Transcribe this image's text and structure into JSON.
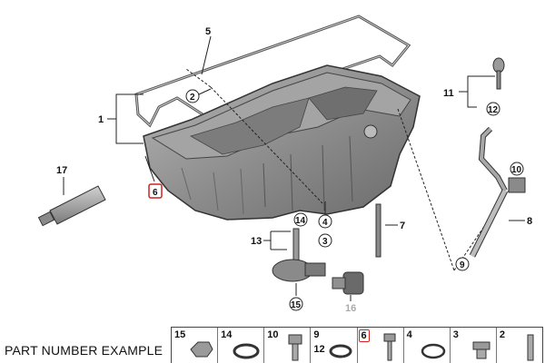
{
  "callouts": {
    "c1": "1",
    "c2": "2",
    "c3": "3",
    "c4": "4",
    "c5": "5",
    "c6": "6",
    "c7": "7",
    "c8": "8",
    "c9": "9",
    "c10": "10",
    "c11": "11",
    "c12": "12",
    "c13": "13",
    "c14": "14",
    "c15": "15",
    "c16": "16",
    "c17": "17"
  },
  "parts_strip": {
    "cells": [
      {
        "num": "15",
        "icon": "nut-icon"
      },
      {
        "num": "14",
        "icon": "seal-ring-icon"
      },
      {
        "num": "10",
        "icon": "bolt-icon"
      },
      {
        "num": "9",
        "num2": "12",
        "icon": "o-ring-icon"
      },
      {
        "num": "6",
        "icon": "screw-icon",
        "highlighted": true
      },
      {
        "num": "4",
        "icon": "gasket-ring-icon"
      },
      {
        "num": "3",
        "icon": "drain-plug-icon"
      },
      {
        "num": "2",
        "icon": "stud-icon"
      }
    ]
  },
  "footer": {
    "example_label": "PART NUMBER EXAMPLE"
  },
  "colors": {
    "highlight": "#d22222",
    "part_fill": "#9a9a9a",
    "line": "#222222"
  }
}
